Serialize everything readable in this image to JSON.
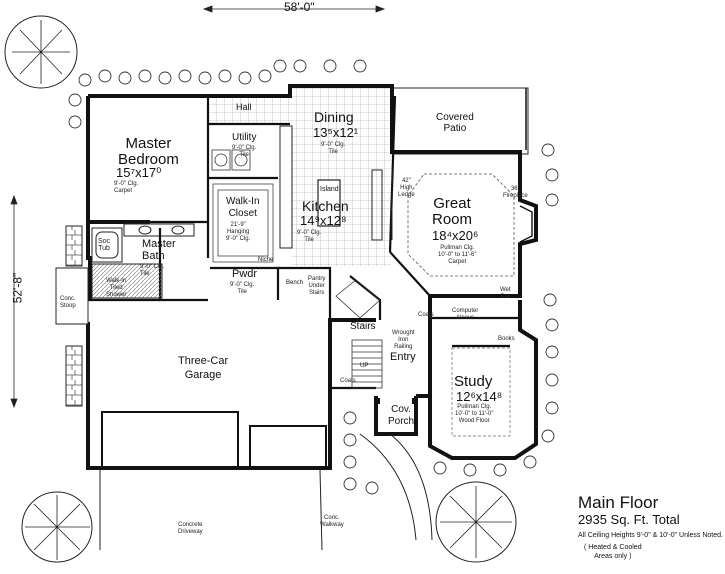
{
  "dimensions": {
    "width_total": "58'-0\"",
    "depth_total": "52'-8\""
  },
  "title": {
    "main": "Main Floor",
    "area": "2935 Sq. Ft. Total",
    "ceiling_note": "All Ceiling Heights 9'-0\" & 10'-0\" Unless Noted.",
    "heated_note": "( Heated & Cooled\nAreas only )"
  },
  "rooms": {
    "hall": "Hall",
    "dining": "Dining",
    "dining_size": "13⁵x12¹",
    "dining_note": "9'-0\" Clg.\nTile",
    "covered_patio": "Covered\nPatio",
    "master_bedroom": "Master\nBedroom",
    "master_bedroom_size": "15⁷x17⁰",
    "master_bedroom_note": "9'-0\" Clg.\nCarpet",
    "utility": "Utility",
    "utility_note": "9'-0\" Clg.\nTile",
    "walk_in_closet": "Walk-In\nCloset",
    "walk_in_closet_note": "21'-9\"\nHanging\n9'-0\" Clg.",
    "island": "Island",
    "kitchen": "Kitchen",
    "kitchen_size": "14⁹x12⁸",
    "kitchen_note": "9'-0\" Clg.\nTile",
    "high_ledge": "42\"\nHigh\nLedge",
    "great_room": "Great\nRoom",
    "great_room_size": "18⁴x20⁶",
    "great_room_note": "Pullman Clg.\n10'-0\" to 11'-6\"\nCarpet",
    "fireplace": "36\"\nFireplace",
    "soc_tub": "Soc\nTub",
    "master_bath": "Master\nBath",
    "master_bath_note": "9'-0\" Clg.\nTile",
    "walk_in_shower": "Walk-In\nTiled\nShower",
    "niche": "Niche",
    "pwdr": "Pwdr",
    "pwdr_note": "9'-0\" Clg.\nTile",
    "bench": "Bench",
    "pantry": "Pantry\nUnder\nStairs",
    "wet_bar": "Wet\nBar",
    "conc_stoop": "Conc.\nStoop",
    "coats_1": "Coats",
    "computer_alcove": "Computer\nAlcove",
    "stairs": "Stairs",
    "wrought_iron": "Wrought\nIron\nRailing",
    "books": "Books",
    "garage": "Three-Car\nGarage",
    "up": "UP",
    "entry": "Entry",
    "study": "Study",
    "study_size": "12⁶x14⁸",
    "study_note": "Pullman Clg.\n10'-0\" to 11'-0\"\nWood Floor",
    "coats_2": "Coats",
    "cov_porch": "Cov.\nPorch",
    "driveway": "Concrete\nDriveway",
    "walkway": "Conc.\nWalkway"
  }
}
